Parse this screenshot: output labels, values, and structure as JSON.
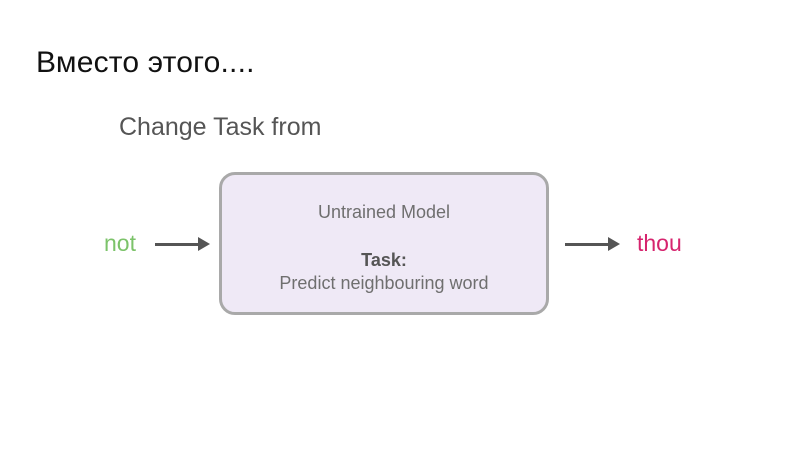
{
  "slide": {
    "title": "Вместо этого....",
    "subtitle": "Change Task from"
  },
  "diagram": {
    "input_word": "not",
    "output_word": "thou",
    "model": {
      "name": "Untrained Model",
      "task_label": "Task:",
      "task_description": "Predict neighbouring word"
    },
    "colors": {
      "input_word": "#7cc36a",
      "output_word": "#d6246e",
      "box_fill": "#efe9f6",
      "box_border": "#a9a9a9",
      "arrow": "#555555"
    }
  }
}
